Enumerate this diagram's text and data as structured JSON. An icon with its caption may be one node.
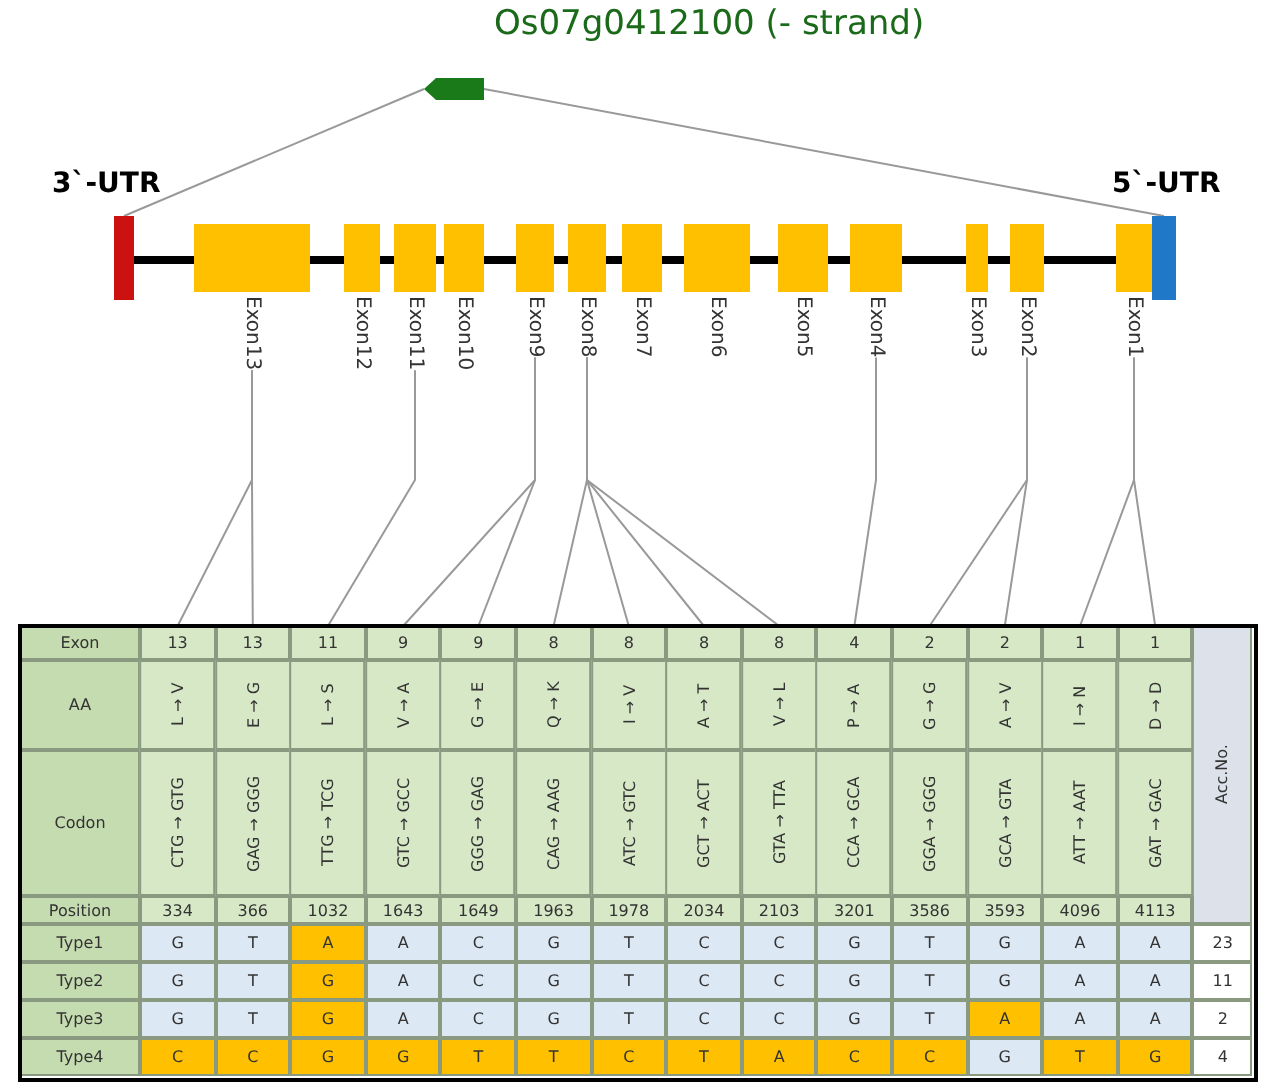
{
  "diagram": {
    "nodes": [
      {
        "text": [],
        "shape": "box",
        "beside": [
          "Os07g0412100 (- strand)"
        ]
      },
      {
        "text": [],
        "shape": "box",
        "beside": [
          "3`-UTR"
        ]
      },
      {
        "text": [
          "Exon13"
        ]
      },
      {
        "text": [
          "Exon12"
        ]
      },
      {
        "text": [
          "Exon11"
        ]
      },
      {
        "text": [
          "Exon10"
        ]
      },
      {
        "text": [
          "Exon9"
        ]
      },
      {
        "text": [
          "Exon8"
        ]
      },
      {
        "text": [
          "Exon7"
        ]
      },
      {
        "text": [
          "Exon6"
        ]
      },
      {
        "text": [
          "Exon5"
        ]
      },
      {
        "text": [
          "Exon4"
        ]
      },
      {
        "text": [
          "Exon3"
        ]
      },
      {
        "text": [
          "Exon2"
        ]
      },
      {
        "text": [
          "Exon1"
        ]
      },
      {
        "text": [],
        "shape": "box",
        "beside": [
          "5`-UTR"
        ]
      },
      {
        "text": [
          "13"
        ]
      },
      {
        "text": [
          "13"
        ]
      },
      {
        "text": [
          "11"
        ]
      },
      {
        "text": [
          "9"
        ]
      },
      {
        "text": [
          "9"
        ]
      },
      {
        "text": [
          "8"
        ]
      },
      {
        "text": [
          "8"
        ]
      },
      {
        "text": [
          "8"
        ]
      },
      {
        "text": [
          "8"
        ]
      },
      {
        "text": [
          "4"
        ]
      },
      {
        "text": [
          "2"
        ]
      },
      {
        "text": [
          "2"
        ]
      },
      {
        "text": [
          "1"
        ]
      },
      {
        "text": [
          "1"
        ]
      }
    ],
    "edges": [
      {
        "from": 0,
        "to": 1,
        "arrow": "none"
      },
      {
        "from": 0,
        "to": 15,
        "arrow": "none"
      },
      {
        "from": 1,
        "to": 2,
        "arrow": "none",
        "style": "thick",
        "color": "#000000"
      },
      {
        "from": 2,
        "to": 3,
        "arrow": "none",
        "style": "thick",
        "color": "#000000"
      },
      {
        "from": 3,
        "to": 4,
        "arrow": "none",
        "style": "thick",
        "color": "#000000"
      },
      {
        "from": 4,
        "to": 5,
        "arrow": "none",
        "style": "thick",
        "color": "#000000"
      },
      {
        "from": 5,
        "to": 6,
        "arrow": "none",
        "style": "thick",
        "color": "#000000"
      },
      {
        "from": 6,
        "to": 7,
        "arrow": "none",
        "style": "thick",
        "color": "#000000"
      },
      {
        "from": 7,
        "to": 8,
        "arrow": "none",
        "style": "thick",
        "color": "#000000"
      },
      {
        "from": 8,
        "to": 9,
        "arrow": "none",
        "style": "thick",
        "color": "#000000"
      },
      {
        "from": 9,
        "to": 10,
        "arrow": "none",
        "style": "thick",
        "color": "#000000"
      },
      {
        "from": 10,
        "to": 11,
        "arrow": "none",
        "style": "thick",
        "color": "#000000"
      },
      {
        "from": 11,
        "to": 12,
        "arrow": "none",
        "style": "thick",
        "color": "#000000"
      },
      {
        "from": 12,
        "to": 13,
        "arrow": "none",
        "style": "thick",
        "color": "#000000"
      },
      {
        "from": 13,
        "to": 14,
        "arrow": "none",
        "style": "thick",
        "color": "#000000"
      },
      {
        "from": 2,
        "to": 16,
        "arrow": "none"
      },
      {
        "from": 2,
        "to": 17,
        "arrow": "none"
      },
      {
        "from": 4,
        "to": 18,
        "arrow": "none"
      },
      {
        "from": 6,
        "to": 19,
        "arrow": "none"
      },
      {
        "from": 6,
        "to": 20,
        "arrow": "none"
      },
      {
        "from": 7,
        "to": 21,
        "arrow": "none"
      },
      {
        "from": 7,
        "to": 22,
        "arrow": "none"
      },
      {
        "from": 7,
        "to": 23,
        "arrow": "none"
      },
      {
        "from": 7,
        "to": 24,
        "arrow": "none"
      },
      {
        "from": 11,
        "to": 25,
        "arrow": "none"
      },
      {
        "from": 13,
        "to": 26,
        "arrow": "none"
      },
      {
        "from": 13,
        "to": 27,
        "arrow": "none"
      },
      {
        "from": 14,
        "to": 28,
        "arrow": "none"
      },
      {
        "from": 14,
        "to": 29,
        "arrow": "none"
      }
    ],
    "labels": [
      "Exon",
      "Acc.No.",
      "AA",
      "L → V",
      "E → G",
      "L → S",
      "V → A",
      "G → E",
      "Q → K",
      "I → V",
      "A → T",
      "V → L",
      "P → A",
      "G → G",
      "A → V",
      "I → N",
      "D → D",
      "Codon",
      "CTG → GTG",
      "GAG → GGG",
      "TTG → TCG",
      "GTC → GCC",
      "GGG → GAG",
      "CAG → AAG",
      "ATC → GTC",
      "GCT → ACT",
      "GTA → TTA",
      "CCA → GCA",
      "GGA → GGG",
      "GCA → GTA",
      "ATT → AAT",
      "GAT → GAC",
      "Position",
      "334",
      "366",
      "1032",
      "1643",
      "1649",
      "1963",
      "1978",
      "2034",
      "2103",
      "3201",
      "3586",
      "3593",
      "4096",
      "4113",
      "Type1",
      "G",
      "T",
      "A",
      "A",
      "C",
      "G",
      "T",
      "C",
      "C",
      "G",
      "T",
      "G",
      "A",
      "A",
      "23",
      "Type2",
      "G",
      "T",
      "G",
      "A",
      "C",
      "G",
      "T",
      "C",
      "C",
      "G",
      "T",
      "G",
      "A",
      "A",
      "11",
      "Type3",
      "G",
      "T",
      "G",
      "A",
      "C",
      "G",
      "T",
      "C",
      "C",
      "G",
      "T",
      "A",
      "A",
      "A",
      "2",
      "Type4",
      "C",
      "C",
      "G",
      "G",
      "T",
      "T",
      "C",
      "T",
      "A",
      "C",
      "C",
      "G",
      "T",
      "G",
      "4"
    ]
  }
}
